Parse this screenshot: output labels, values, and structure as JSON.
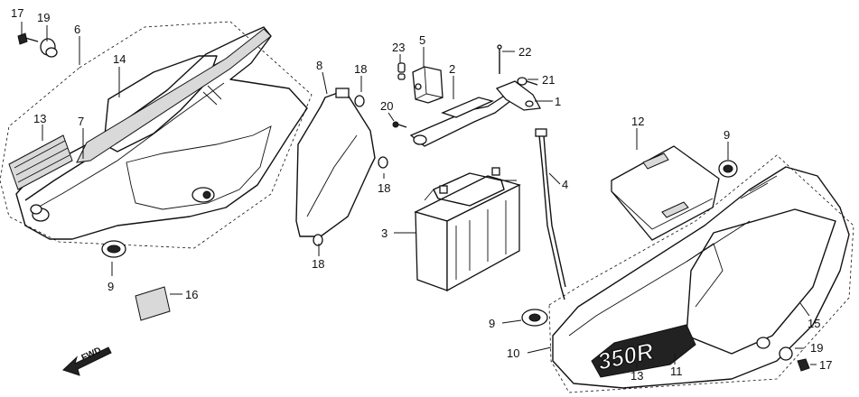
{
  "diagram": {
    "part_labels": [
      "17",
      "19",
      "6",
      "14",
      "13",
      "7",
      "9",
      "16",
      "8",
      "18",
      "18",
      "18",
      "23",
      "5",
      "2",
      "20",
      "22",
      "21",
      "1",
      "3",
      "4",
      "12",
      "9",
      "9",
      "10",
      "13",
      "11",
      "15",
      "19",
      "17"
    ],
    "fwd_label": "FWD",
    "emblem_text": "350R"
  }
}
